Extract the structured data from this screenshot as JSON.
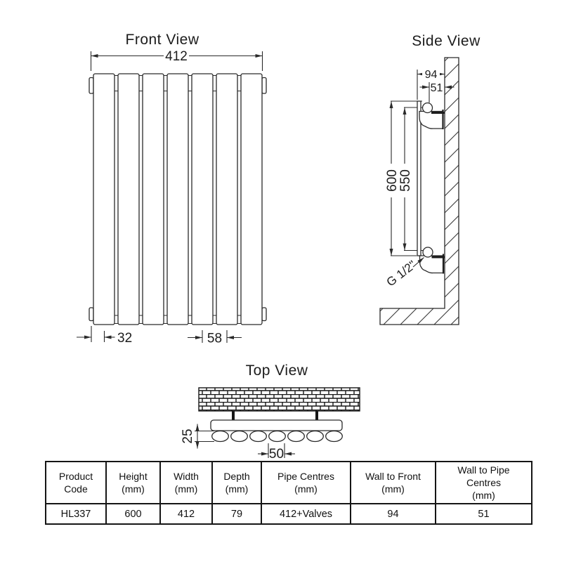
{
  "front_view": {
    "title": "Front View",
    "width_dim": "412",
    "edge_dim": "32",
    "pitch_dim": "58"
  },
  "side_view": {
    "title": "Side View",
    "wall_to_front_dim": "94",
    "wall_to_pipe_dim": "51",
    "height_dim": "600",
    "pipe_centres_dim": "550",
    "pipe_thread": "G 1/2\""
  },
  "top_view": {
    "title": "Top View",
    "depth_dim": "25",
    "pipe_spacing_dim": "50"
  },
  "table": {
    "headers": [
      {
        "l1": "Product",
        "l2": "Code"
      },
      {
        "l1": "Height",
        "l2": "(mm)"
      },
      {
        "l1": "Width",
        "l2": "(mm)"
      },
      {
        "l1": "Depth",
        "l2": "(mm)"
      },
      {
        "l1": "Pipe Centres",
        "l2": "(mm)"
      },
      {
        "l1": "Wall to Front",
        "l2": "(mm)"
      },
      {
        "l1": "Wall to Pipe",
        "l2": "Centres",
        "l3": "(mm)"
      }
    ],
    "row": [
      "HL337",
      "600",
      "412",
      "79",
      "412+Valves",
      "94",
      "51"
    ]
  },
  "colors": {
    "line": "#2a2a2a",
    "text": "#1c1c1c",
    "background": "#ffffff"
  }
}
